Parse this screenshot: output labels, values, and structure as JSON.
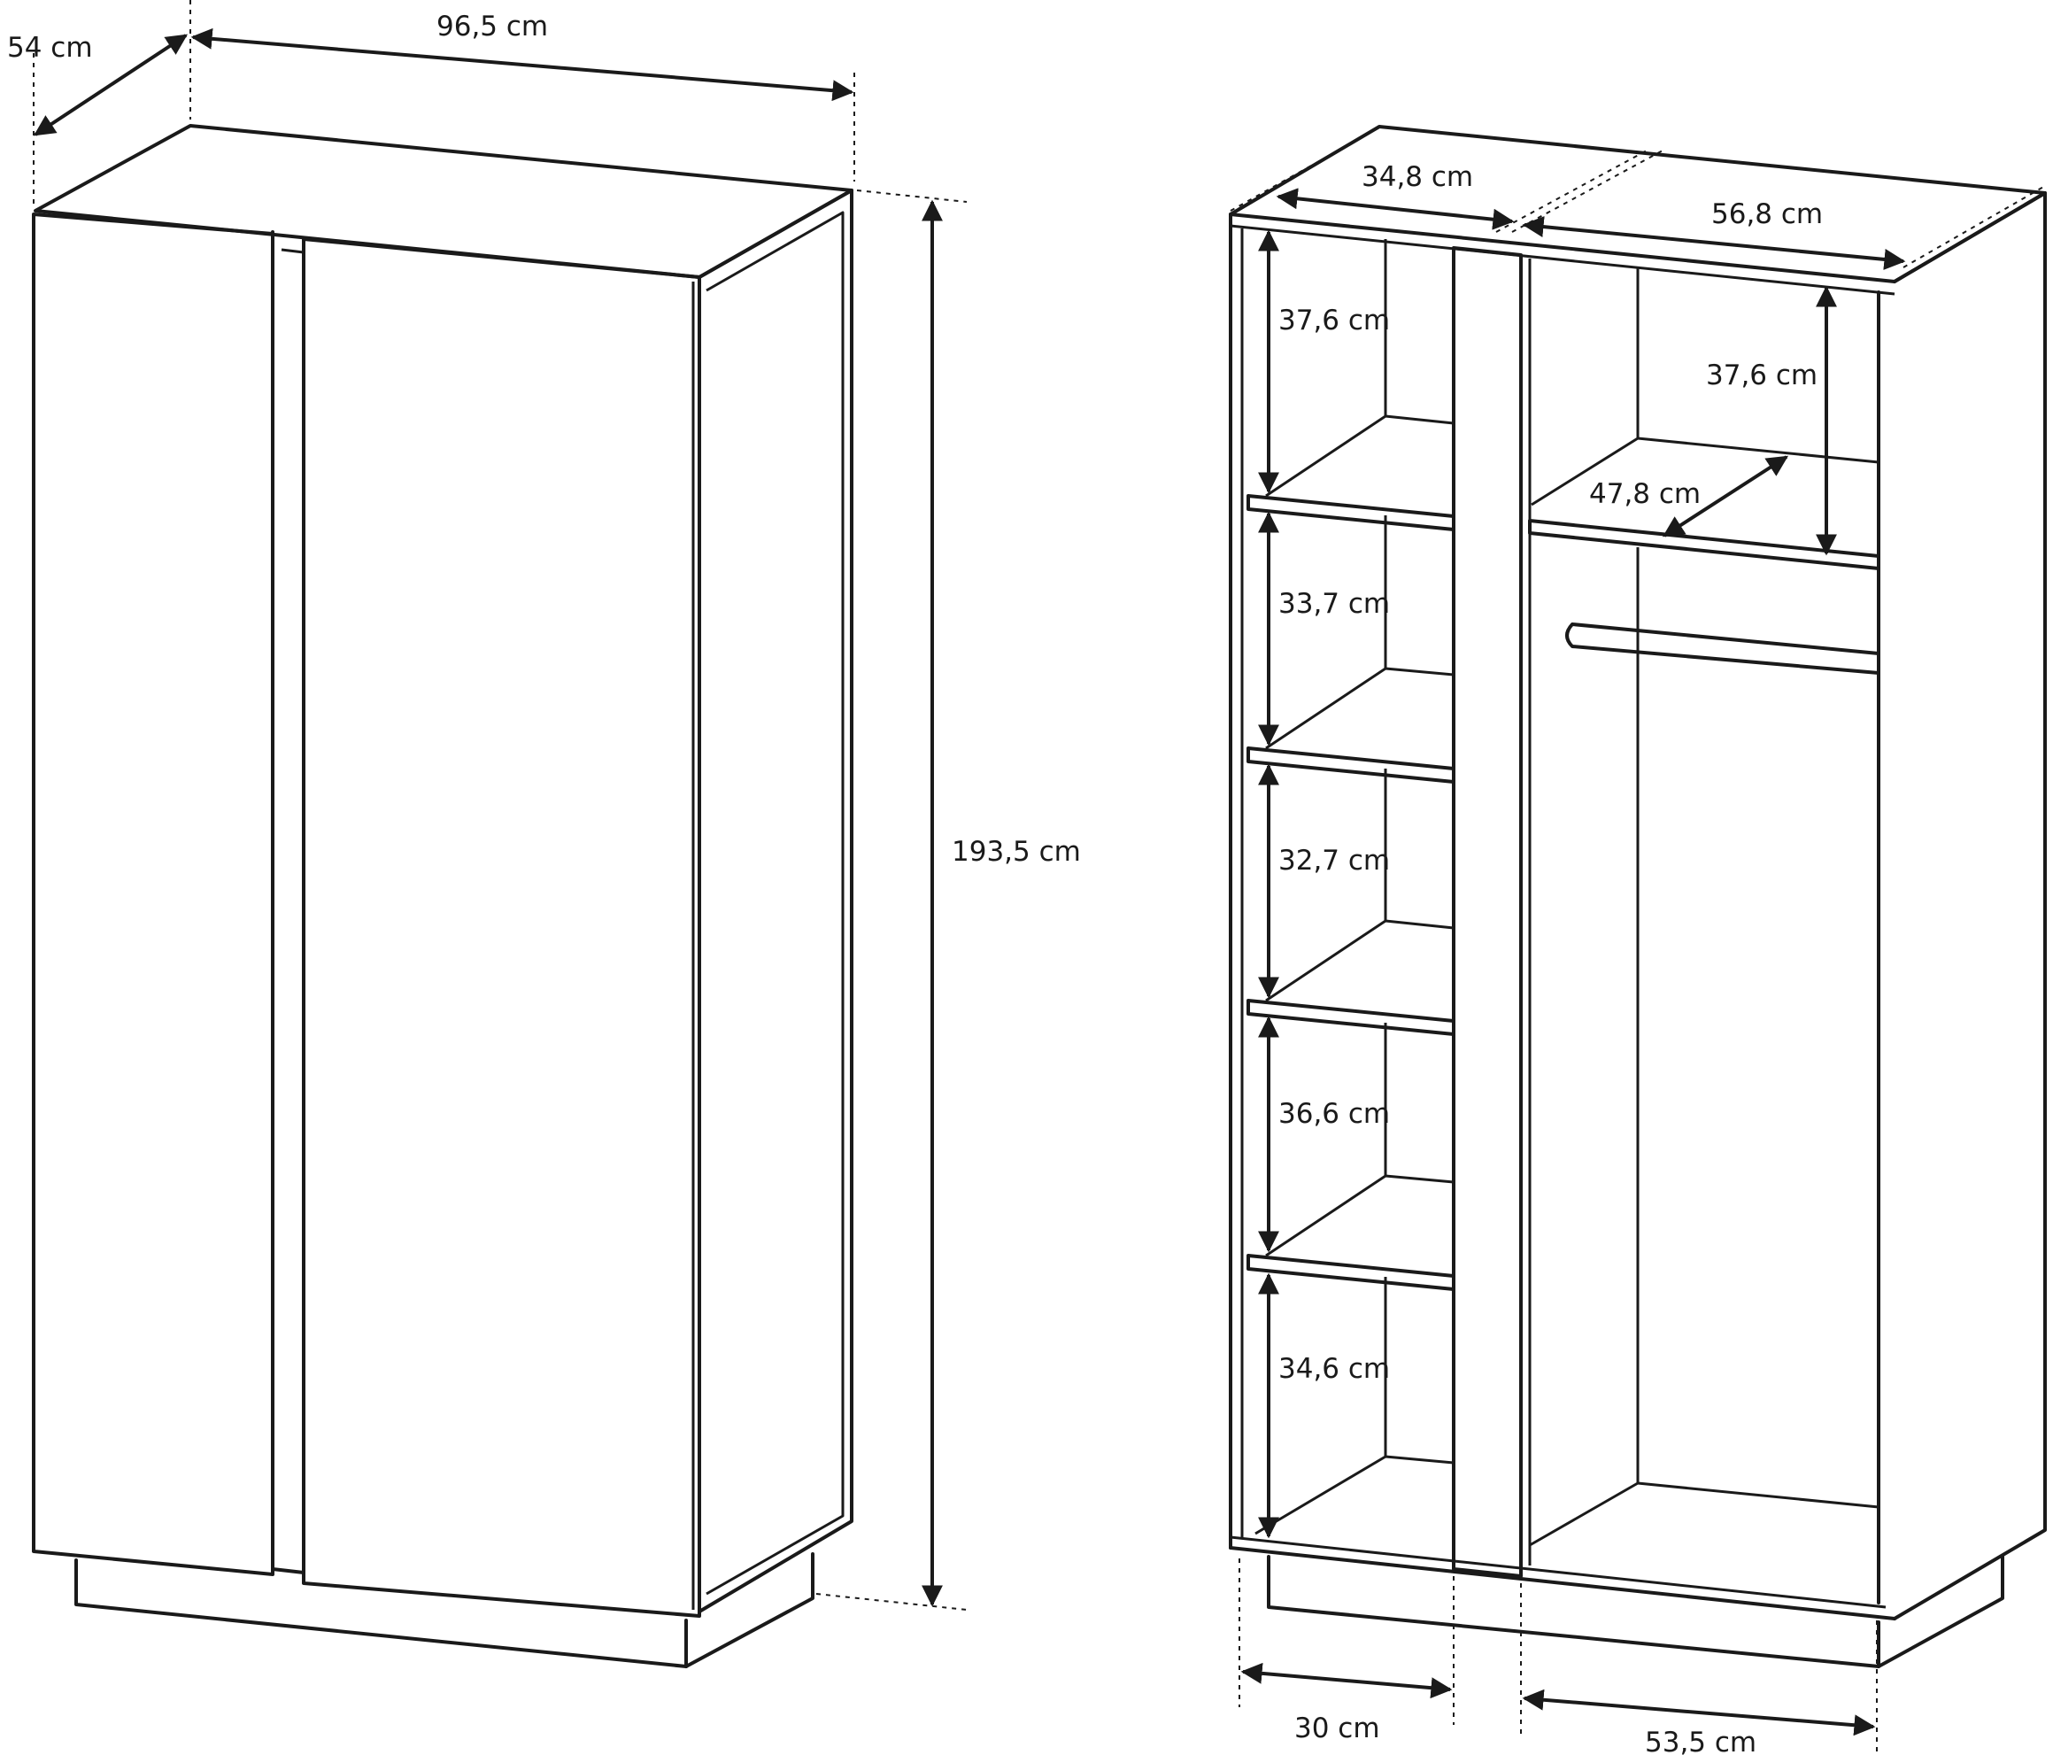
{
  "closed_view": {
    "depth": "54 cm",
    "width": "96,5 cm",
    "height": "193,5 cm"
  },
  "open_view": {
    "left_top_width": "34,8 cm",
    "right_top_width": "56,8 cm",
    "shelf_gap_1": "37,6 cm",
    "shelf_gap_2": "33,7 cm",
    "shelf_gap_3": "32,7 cm",
    "shelf_gap_4": "36,6 cm",
    "shelf_gap_5": "34,6 cm",
    "right_top_height": "37,6 cm",
    "right_shelf_depth": "47,8 cm",
    "left_bottom_width": "30 cm",
    "right_bottom_width": "53,5 cm"
  },
  "colors": {
    "line": "#1a1a1a",
    "background": "#ffffff"
  }
}
